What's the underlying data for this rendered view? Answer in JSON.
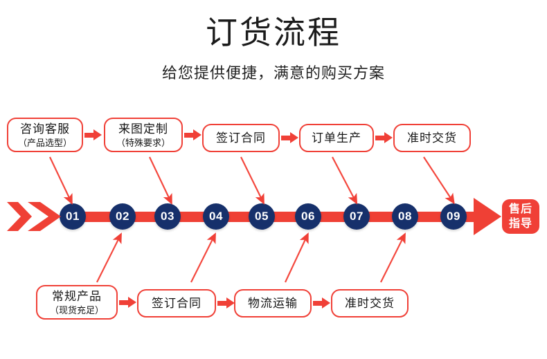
{
  "header": {
    "title": "订货流程",
    "subtitle": "给您提供便捷，满意的购买方案"
  },
  "colors": {
    "red": "#f04037",
    "bar_red": "#ef4035",
    "navy": "#16306b",
    "text": "#151515",
    "background": "#ffffff"
  },
  "top_row": [
    {
      "main": "咨询客服",
      "sub": "（产品选型）"
    },
    {
      "main": "来图定制",
      "sub": "（特殊要求）"
    },
    {
      "main": "签订合同",
      "sub": ""
    },
    {
      "main": "订单生产",
      "sub": ""
    },
    {
      "main": "准时交货",
      "sub": ""
    }
  ],
  "bottom_row": [
    {
      "main": "常规产品",
      "sub": "（现货充足）"
    },
    {
      "main": "签订合同",
      "sub": ""
    },
    {
      "main": "物流运输",
      "sub": ""
    },
    {
      "main": "准时交货",
      "sub": ""
    }
  ],
  "timeline": {
    "nodes": [
      "01",
      "02",
      "03",
      "04",
      "05",
      "06",
      "07",
      "08",
      "09"
    ],
    "end_badge": {
      "line1": "售后",
      "line2": "指导"
    }
  }
}
